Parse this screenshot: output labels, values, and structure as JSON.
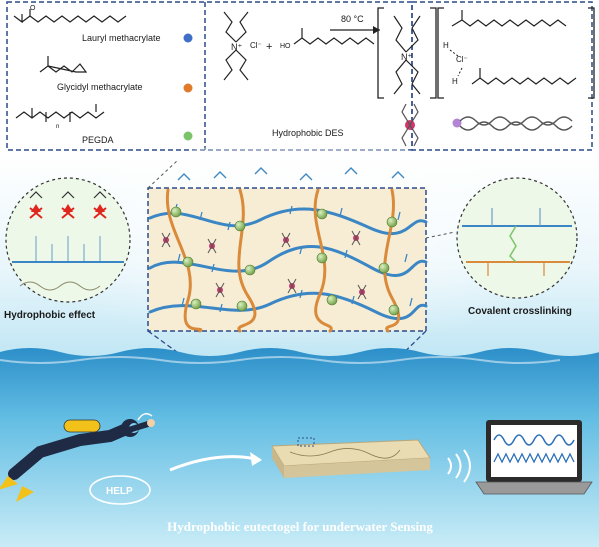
{
  "monomers": {
    "lauryl": "Lauryl methacrylate",
    "glycidyl": "Glycidyl methacrylate",
    "pegda": "PEGDA"
  },
  "des": {
    "title": "Hydrophobic DES",
    "temperature": "80 °C",
    "plus": "+",
    "chloride": "Cl⁻",
    "ammonium": "N⁺",
    "hydroxyl": "HO",
    "h1": "H",
    "h2": "H",
    "cl_bracket": "Cl⁻"
  },
  "labels": {
    "hydrophobic_effect": "Hydrophobic effect",
    "covalent_crosslinking": "Covalent crosslinking",
    "help": "HELP",
    "bottom_title": "Hydrophobic eutectogel for underwater Sensing",
    "subscript_n": "n"
  },
  "colors": {
    "lauryl_dot": "#3f6fc6",
    "glycidyl_dot": "#e07b2c",
    "pegda_dot": "#7cc46a",
    "chain_blue": "#3b86c4",
    "chain_orange": "#d98a3a",
    "node_green": "#8fbf63",
    "dashed_border": "#2c4c8c",
    "water": "#3aa6d8",
    "gel_bg": "#f6ecd2"
  }
}
